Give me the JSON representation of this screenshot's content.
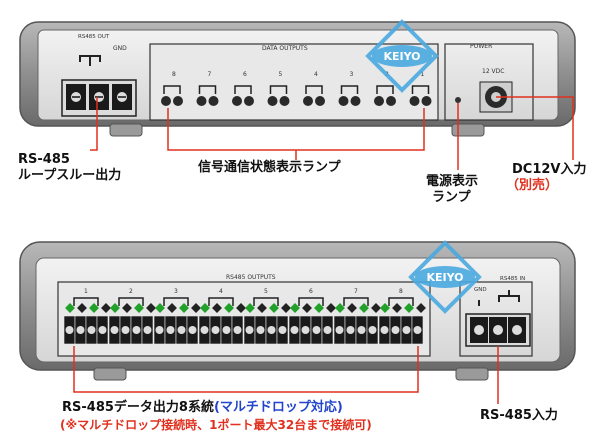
{
  "brand": {
    "logo_text": "KEIYO"
  },
  "device_top": {
    "panel_labels": {
      "rs485_out": "RS485 OUT",
      "gnd": "GND",
      "data_outputs": "DATA OUTPUTS",
      "power": "POWER",
      "dc_input": "12 VDC"
    },
    "led_numbers": [
      "8",
      "7",
      "6",
      "5",
      "4",
      "3",
      "2",
      "1"
    ]
  },
  "device_bottom": {
    "panel_labels": {
      "rs485_outputs": "RS485 OUTPUTS",
      "rs485_in": "RS485 IN",
      "gnd": "GND"
    },
    "group_numbers": [
      "1",
      "2",
      "3",
      "4",
      "5",
      "6",
      "7",
      "8"
    ]
  },
  "callouts": {
    "rs485_loop_line1": "RS-485",
    "rs485_loop_line2": "ループスルー出力",
    "signal_lamp": "信号通信状態表示ランプ",
    "power_lamp_line1": "電源表示",
    "power_lamp_line2": "ランプ",
    "dc12v_line1": "DC12V入力",
    "dc12v_line2": "（別売）",
    "rs485_data_out_main": "RS-485データ出力8系統",
    "rs485_data_out_multi": "(マルチドロップ対応)",
    "multidrop_note": "(※マルチドロップ接続時、1ポート最大32台まで接続可)",
    "rs485_input": "RS-485入力"
  },
  "colors": {
    "device_body": "#8c8c8c",
    "front_panel": "#e6e6e6",
    "connector_green": "#22a12a",
    "logo_blue": "#4aa8e0",
    "callout_red": "#e0301e",
    "callout_blue": "#2244cc"
  }
}
